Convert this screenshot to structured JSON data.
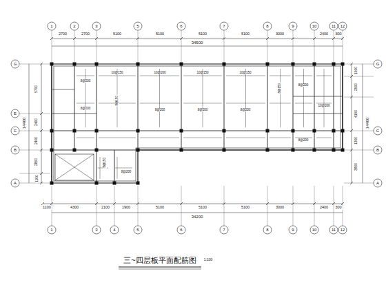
{
  "diagram": {
    "title": "三~四层板平面配筋图",
    "labels": [
      "1",
      "2",
      "3",
      "5",
      "6",
      "7",
      "8",
      "9",
      "10",
      "11",
      "12",
      "2700",
      "2700",
      "5100",
      "5100",
      "5100",
      "5100",
      "3000",
      "2400",
      "300",
      "34500",
      "1100",
      "4300",
      "2100",
      "1900",
      "5100",
      "5100",
      "5100",
      "3000",
      "2400",
      "300",
      "34200",
      "1",
      "3",
      "4",
      "5",
      "6",
      "7",
      "8",
      "9",
      "10",
      "11",
      "12",
      "G",
      "E",
      "C",
      "B",
      "A",
      "5700",
      "2400",
      "2400",
      "2800",
      "1100",
      "14400",
      "G",
      "C",
      "B",
      "A",
      "1500",
      "2500",
      "4150",
      "1300",
      "3900",
      "14400",
      "1:100",
      "8@200",
      "8@200",
      "10@150",
      "8@150",
      "10@200",
      "8@200",
      "10@150",
      "8@200",
      "10@150",
      "8@200",
      "8@150",
      "8@200",
      "10@200",
      "8@200",
      "8@150",
      "8@200"
    ]
  }
}
